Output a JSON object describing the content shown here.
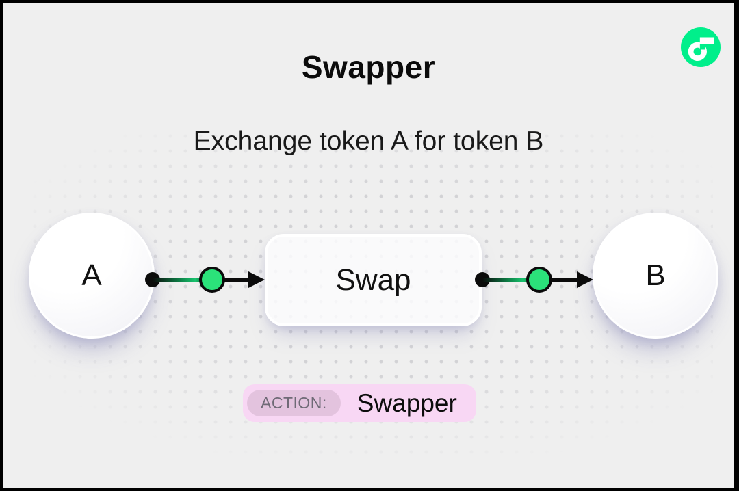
{
  "header": {
    "title": "Swapper",
    "subtitle": "Exchange token A for token B"
  },
  "brand": {
    "logo_icon": "flow-logo",
    "logo_color": "#00EF8B"
  },
  "diagram": {
    "token_a": {
      "label": "A"
    },
    "swap": {
      "label": "Swap"
    },
    "token_b": {
      "label": "B"
    },
    "edge_color": "#0B0B0B",
    "port_color": "#2BE27A"
  },
  "action_badge": {
    "label": "ACTION:",
    "value": "Swapper",
    "badge_bg": "#F8D7F4",
    "label_bg": "#E3C3DE"
  },
  "colors": {
    "background": "#EFEFEF",
    "border": "#000000",
    "dot_grid": "#D2D2D5"
  }
}
